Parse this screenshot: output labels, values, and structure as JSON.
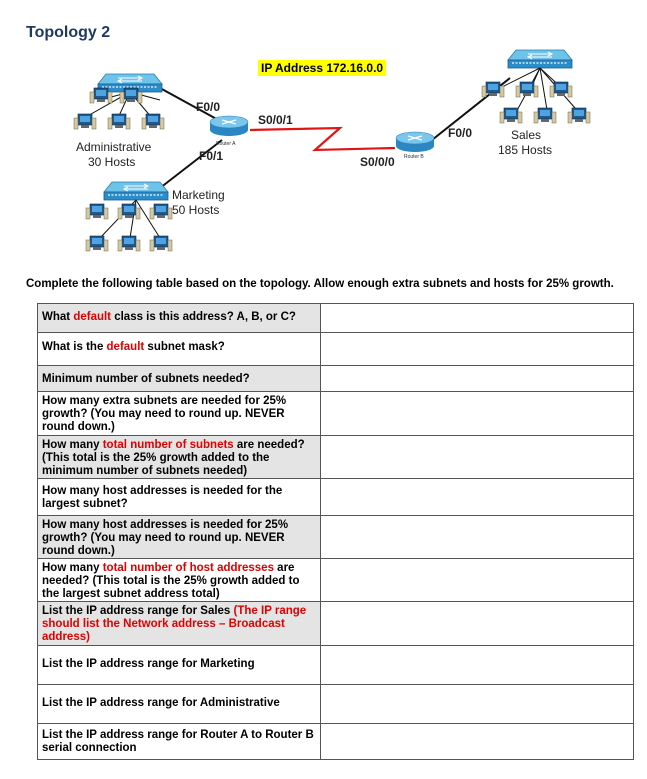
{
  "title": "Topology 2",
  "ip_note": "IP Address 172.16.0.0",
  "labels": {
    "f00_a": "F0/0",
    "s001": "S0/0/1",
    "f01": "F0/1",
    "admin_name": "Administrative",
    "admin_hosts": "30 Hosts",
    "mkt_name": "Marketing",
    "mkt_hosts": "50 Hosts",
    "s000": "S0/0/0",
    "f00_b": "F0/0",
    "sales_name": "Sales",
    "sales_hosts": "185 Hosts",
    "router_a": "Router A",
    "router_b": "Router B"
  },
  "instruction": "Complete the following table based on the topology. Allow enough extra subnets and hosts for 25% growth.",
  "questions": {
    "q1": {
      "a": "What ",
      "r": "default",
      "b": " class is this address? A, B, or C?"
    },
    "q2": {
      "a": "What is the ",
      "r": "default",
      "b": " subnet mask?"
    },
    "q3": "Minimum number of subnets needed?",
    "q4": "How many extra subnets are needed for 25% growth? (You may need to round up. NEVER round down.)",
    "q5": {
      "a": "How many ",
      "r": "total number of subnets",
      "b": " are needed? (This total is the 25% growth added to the minimum number of subnets needed)"
    },
    "q6": "How many host addresses is needed for the largest subnet?",
    "q7": "How many host addresses is needed for 25% growth? (You may need to round up. NEVER round down.)",
    "q8": {
      "a": "How many ",
      "r": "total number of host addresses",
      "b": " are needed? (This total is the 25% growth added to the largest subnet address total)"
    },
    "q9": {
      "a": "List the IP address range for Sales ",
      "r": "(The IP range should list the Network address – Broadcast address)"
    },
    "q10": "List the IP address range for Marketing",
    "q11": "List the IP address range for Administrative",
    "q12": "List the IP address range for Router A to Router B serial connection"
  }
}
